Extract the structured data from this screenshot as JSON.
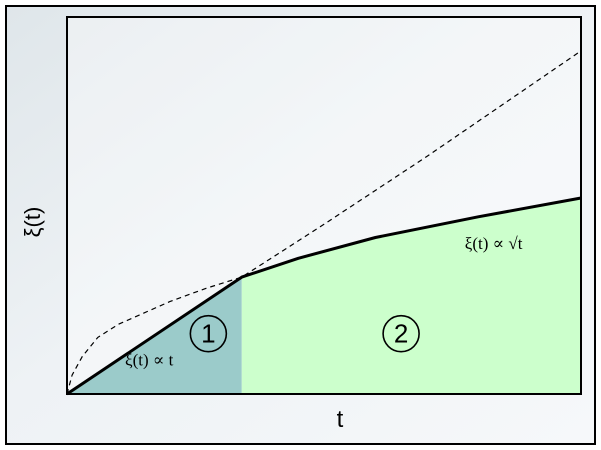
{
  "chart_data": {
    "type": "area",
    "xlabel": "t",
    "ylabel": "ξ(t)",
    "regions": [
      {
        "id": "1",
        "label": "1",
        "annotation": "ξ(t) ∝ t",
        "color": "#9bcbca"
      },
      {
        "id": "2",
        "label": "2",
        "annotation": "ξ(t) ∝ √t",
        "color": "#ccffcc"
      }
    ],
    "crossover_x": 0.34,
    "xlim": [
      0,
      1
    ],
    "ylim": [
      0,
      1
    ],
    "series": [
      {
        "style": "solid",
        "x": [
          0,
          0.34,
          0.45,
          0.6,
          0.8,
          1.0
        ],
        "y": [
          0,
          0.31,
          0.36,
          0.415,
          0.47,
          0.52
        ]
      },
      {
        "style": "dashed",
        "x": [
          0,
          0.01,
          0.03,
          0.06,
          0.1,
          0.15,
          0.2,
          0.27,
          0.34,
          0.5,
          0.7,
          1.0
        ],
        "y": [
          0,
          0.05,
          0.1,
          0.15,
          0.185,
          0.215,
          0.245,
          0.28,
          0.31,
          0.45,
          0.63,
          0.91
        ]
      }
    ],
    "grid": false,
    "legend": "none"
  }
}
